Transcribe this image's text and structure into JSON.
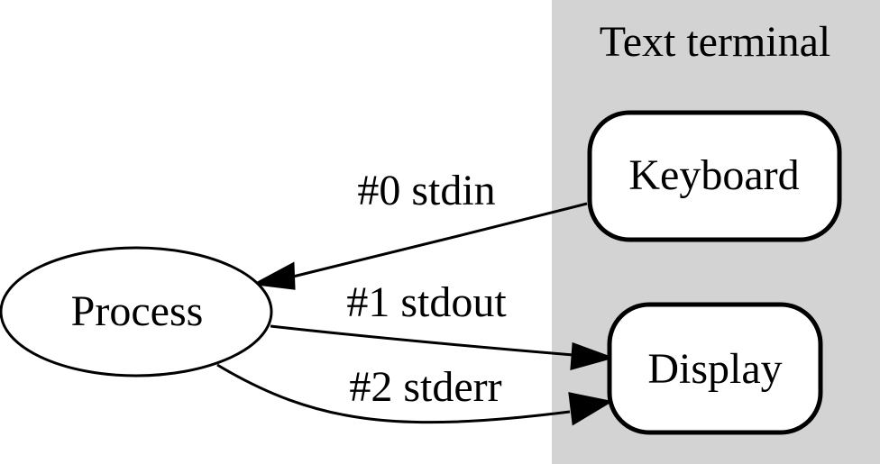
{
  "colors": {
    "cluster_fill": "#d3d3d3",
    "background": "#ffffff",
    "stroke": "#000000",
    "text": "#000000"
  },
  "cluster": {
    "label": "Text terminal"
  },
  "nodes": {
    "process": {
      "label": "Process"
    },
    "keyboard": {
      "label": "Keyboard"
    },
    "display": {
      "label": "Display"
    }
  },
  "edges": {
    "stdin": {
      "label": "#0 stdin"
    },
    "stdout": {
      "label": "#1 stdout"
    },
    "stderr": {
      "label": "#2 stderr"
    }
  }
}
